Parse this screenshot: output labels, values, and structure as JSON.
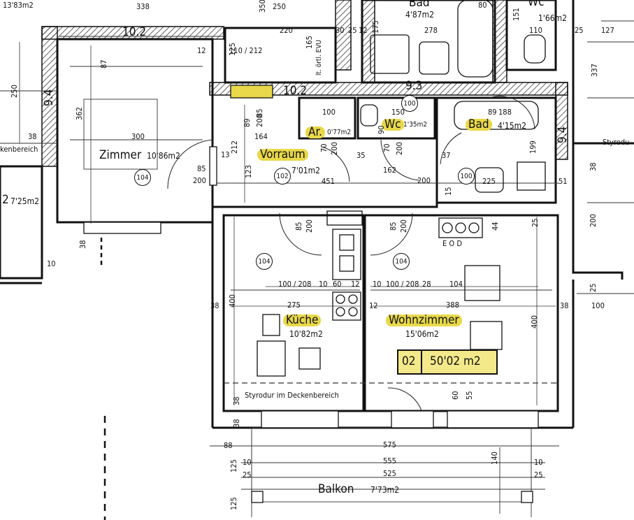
{
  "rooms": {
    "zimmer": {
      "name": "Zimmer",
      "area": "10'86m2",
      "door": "104"
    },
    "zimmer2": {
      "name": "2",
      "area": "7'25m2"
    },
    "vorraum": {
      "name": "Vorraum",
      "area": "7'01m2",
      "door": "102"
    },
    "ar": {
      "name": "Ar.",
      "area": "0'77m2"
    },
    "wc": {
      "name": "Wc",
      "area": "1'35m2",
      "door": "100"
    },
    "bad": {
      "name": "Bad",
      "area": "4'15m2",
      "door": "100"
    },
    "bad_top": {
      "name": "Bad",
      "area": "4'87m2"
    },
    "wc_top": {
      "name": "Wc",
      "area": "1'66m2"
    },
    "kueche": {
      "name": "Küche",
      "area": "10'82m2",
      "door": "104"
    },
    "wohnzimmer": {
      "name": "Wohnzimmer",
      "area": "15'06m2",
      "door": "104"
    },
    "balkon": {
      "name": "Balkon",
      "area": "7'73m2"
    }
  },
  "apartment": {
    "number": "02",
    "total_area": "50'02 m2"
  },
  "notes": {
    "styrodur_kueche": "Styrodur im Deckenbereich",
    "styrodur_right": "Styrodu",
    "deckenbereich_left": "kenbereich",
    "evu": "lt. örtl. EVU",
    "eod": "E O D",
    "area_top_left": "13'83m2",
    "wall_102_a": "10.2",
    "wall_102_b": "10.2",
    "wall_93": "9.3",
    "wall_94_a": "9.4",
    "wall_94_b": "9.4"
  },
  "dimensions": {
    "d338": "338",
    "d350": "350",
    "d250": "250",
    "d220": "220",
    "d165": "165",
    "d30": "30",
    "d25a": "25",
    "d12a": "12",
    "d175": "175",
    "d278": "278",
    "d80": "80",
    "d151": "151",
    "d110": "110",
    "d127": "127",
    "d25b": "25",
    "d337": "337",
    "d87": "87",
    "d362": "362",
    "d300": "300",
    "d250b": "250",
    "d38a": "38",
    "d110_212": "110 / 212",
    "d12b": "12",
    "d125": "125",
    "d89": "89",
    "d85a": "85",
    "d200a": "200",
    "d164": "164",
    "d212": "212",
    "d123": "123",
    "d13": "13",
    "d85b": "85",
    "d200b": "200",
    "d100a": "100",
    "d70a": "70",
    "d200c": "200",
    "d35": "35",
    "d150": "150",
    "d90": "90",
    "d70b": "70",
    "d200d": "200",
    "d89b": "89",
    "d188": "188",
    "d37": "37",
    "d199": "199",
    "d225": "225",
    "d162": "162",
    "d451": "451",
    "d200e": "200",
    "d51": "51",
    "d200f": "200",
    "d38b": "38",
    "d15": "15",
    "d85c": "85",
    "d200g": "200",
    "d85d": "85",
    "d200h": "200",
    "d44": "44",
    "d25c": "25",
    "d100_208a": "100 / 208",
    "d10a": "10",
    "d60a": "60",
    "d12c": "12",
    "d10b": "10",
    "d100_208b": "100 / 208",
    "d28": "28",
    "d104": "104",
    "d275": "275",
    "d388": "388",
    "d400a": "400",
    "d400b": "400",
    "d38c": "38",
    "d12d": "12",
    "d38d": "38",
    "d38e": "38",
    "d100b": "100",
    "d25d": "25",
    "d10c": "10",
    "d60b": "60",
    "d55": "55",
    "d88": "88",
    "d575": "575",
    "d555": "555",
    "d525": "525",
    "d140": "140",
    "d125b": "125",
    "d10d": "10",
    "d10e": "10",
    "d25e": "25",
    "d25f": "25",
    "d125c": "125",
    "d38f": "38",
    "d38g": "38"
  }
}
